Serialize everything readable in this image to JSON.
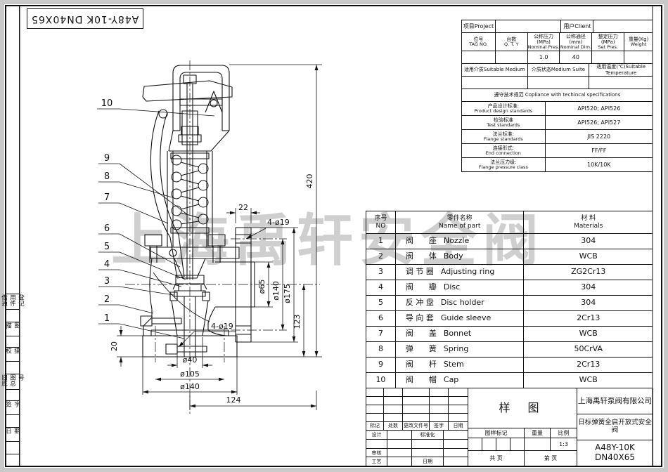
{
  "sheet": {
    "model_rotated": "A48Y-10K DN40X65",
    "watermark": "上海禹轩安全阀"
  },
  "left_strip": {
    "items": [
      "借通用件登记",
      "描 图",
      "校 描",
      "旧底图总号",
      "签 字",
      "日 期"
    ]
  },
  "info_table": {
    "project": "项目Project",
    "client": "用户Client",
    "cols": [
      {
        "cn": "位号",
        "en": "TAG NO."
      },
      {
        "cn": "台数",
        "en": "Q. T. Y"
      },
      {
        "cn": "公称压力(MPa)",
        "en": "Nominal Pres."
      },
      {
        "cn": "公称通径(mm)",
        "en": "Nominal Dim."
      },
      {
        "cn": "整定压力(MPa)",
        "en": "Set Pres."
      },
      {
        "cn": "重量(Kg)",
        "en": "Weight"
      }
    ],
    "values": [
      "",
      "",
      "1.0",
      "40",
      "",
      ""
    ],
    "medium_row": [
      "适用介质Suitable Medium",
      "介质状态Medium Suite",
      "适用温度(℃)Suitable Temperature"
    ]
  },
  "standards_table": {
    "title": "遵守技术规范 Copliance with techincal specifications",
    "rows": [
      {
        "cn": "产品设计标准:",
        "en": "Product design standards",
        "value": "API520; API526"
      },
      {
        "cn": "检验标准",
        "en": "Test standards",
        "value": "API526; API527"
      },
      {
        "cn": "法兰标准:",
        "en": "Flange standards",
        "value": "JIS 2220"
      },
      {
        "cn": "连接形式:",
        "en": "End connection",
        "value": "FF/FF"
      },
      {
        "cn": "法兰压力级:",
        "en": "Flange pressure class",
        "value": "10K/10K"
      }
    ]
  },
  "parts_table": {
    "header": {
      "no_cn": "序号",
      "no_en": "NO",
      "name_cn": "零件名称",
      "name_en": "Name of part",
      "mat_cn": "材  料",
      "mat_en": "Materials"
    },
    "rows": [
      {
        "no": "1",
        "cn": "阀　　座",
        "en": "Nozzle",
        "material": "304"
      },
      {
        "no": "2",
        "cn": "阀　　体",
        "en": "Body",
        "material": "WCB"
      },
      {
        "no": "3",
        "cn": "调 节 圈",
        "en": "Adjusting ring",
        "material": "ZG2Cr13"
      },
      {
        "no": "4",
        "cn": "阀　　瓣",
        "en": "Disc",
        "material": "304"
      },
      {
        "no": "5",
        "cn": "反 冲 盘",
        "en": "Disc holder",
        "material": "304"
      },
      {
        "no": "6",
        "cn": "导 向 套",
        "en": "Guide sleeve",
        "material": "2Cr13"
      },
      {
        "no": "7",
        "cn": "阀　　盖",
        "en": "Bonnet",
        "material": "WCB"
      },
      {
        "no": "8",
        "cn": "弹　　簧",
        "en": "Spring",
        "material": "50CrVA"
      },
      {
        "no": "9",
        "cn": "阀　　杆",
        "en": "Stem",
        "material": "2Cr13"
      },
      {
        "no": "10",
        "cn": "阀　　帽",
        "en": "Cap",
        "material": "WCB"
      }
    ]
  },
  "title_block": {
    "sample_label": "样  图",
    "company": "上海禹轩泵阀有限公司",
    "product": "日标弹簧全启开放式安全阀",
    "model": "A48Y-10K DN40X65",
    "mark_row": [
      "标记",
      "处数",
      "更改文件号",
      "签字",
      "日期"
    ],
    "design_label": "设计",
    "standardize_label": "标准化",
    "check_label": "审核",
    "process_label": "工艺",
    "date_label": "日期",
    "drawing_mark_label": "图样标记",
    "weight_label": "重量",
    "scale_label": "比例",
    "scale_value": "1:3",
    "total_pages": "共  页",
    "page_no": "第  页"
  },
  "drawing": {
    "callouts": [
      "1",
      "2",
      "3",
      "4",
      "5",
      "6",
      "7",
      "8",
      "9",
      "10"
    ],
    "dims": {
      "h420": "420",
      "c123": "123",
      "t22": "22",
      "holes_top": "4-ø19",
      "d65": "ø65",
      "d140_outlet": "ø140",
      "d175": "ø175",
      "t20": "20",
      "d40": "ø40",
      "d105": "ø105",
      "d140_inlet": "ø140",
      "w124": "124",
      "holes_bottom": "4-ø19"
    }
  }
}
